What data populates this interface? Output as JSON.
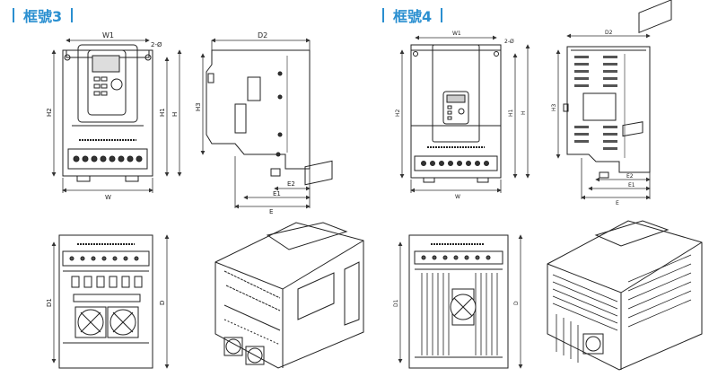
{
  "frame3": {
    "title": "框號3",
    "dims": {
      "w1": "W1",
      "d2": "D2",
      "h2": "H2",
      "h1": "H1",
      "h": "H",
      "h3": "H3",
      "w": "W",
      "e2": "E2",
      "e1": "E1",
      "e": "E",
      "d1": "D1",
      "d": "D",
      "hole": "2-Ø"
    }
  },
  "frame4": {
    "title": "框號4",
    "dims": {
      "w1": "W1",
      "d2": "D2",
      "h2": "H2",
      "h1": "H1",
      "h": "H",
      "h3": "H3",
      "w": "W",
      "e2": "E2",
      "e1": "E1",
      "e": "E",
      "d1": "D1",
      "d": "D",
      "hole": "2-Ø"
    }
  }
}
